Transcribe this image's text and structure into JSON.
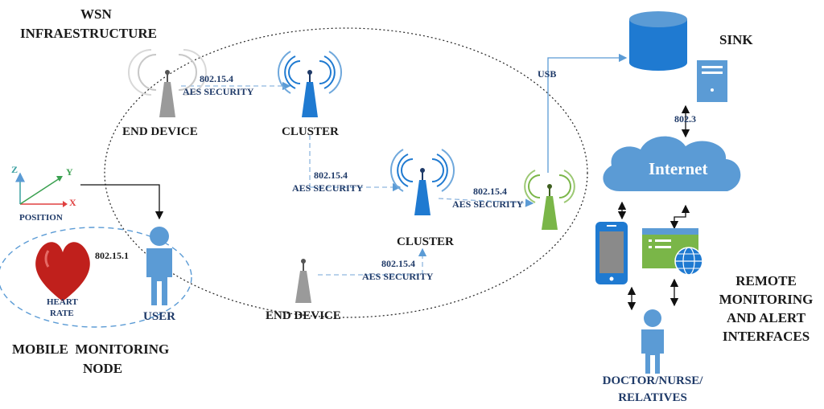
{
  "infrastructure": {
    "title_line1": "WSN",
    "title_line2": "INFRAESTRUCTURE",
    "end_device_top": "END DEVICE",
    "end_device_bottom": "END DEVICE",
    "cluster_top": "CLUSTER",
    "cluster_mid": "CLUSTER",
    "links": [
      {
        "protocol": "802.15.4",
        "security": "AES SECURITY"
      },
      {
        "protocol": "802.15.4",
        "security": "AES SECURITY"
      },
      {
        "protocol": "802.15.4",
        "security": "AES SECURITY"
      },
      {
        "protocol": "802.15.4",
        "security": "AES SECURITY"
      }
    ],
    "usb_label": "USB"
  },
  "sink": {
    "label": "SINK",
    "link_protocol": "802.3"
  },
  "internet": {
    "label": "Internet"
  },
  "mobile_node": {
    "position_label": "POSITION",
    "axes": {
      "x": "X",
      "y": "Y",
      "z": "Z"
    },
    "heart_rate_line1": "HEART",
    "heart_rate_line2": "RATE",
    "body_link": "802.15.1",
    "user_label": "USER",
    "title_line1": "MOBILE  MONITORING",
    "title_line2": "NODE"
  },
  "remote": {
    "title_line1": "REMOTE",
    "title_line2": "MONITORING",
    "title_line3": "AND ALERT",
    "title_line4": "INTERFACES",
    "people_line1": "DOCTOR/NURSE/",
    "people_line2": "RELATIVES"
  },
  "colors": {
    "blue": "#1f7ad1",
    "navy": "#1f3a68",
    "gray": "#9a9a9a",
    "green": "#7ab648",
    "cloud": "#5b9bd5",
    "heart": "#c0201c"
  },
  "icons": [
    "antenna-tower-icon",
    "database-icon",
    "server-icon",
    "cloud-icon",
    "smartphone-icon",
    "browser-window-icon",
    "globe-icon",
    "person-icon",
    "heart-icon",
    "axes-icon"
  ]
}
